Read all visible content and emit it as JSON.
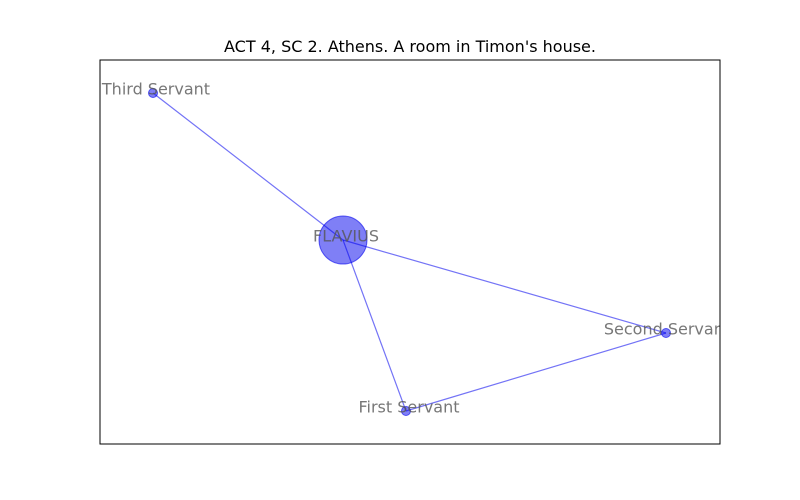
{
  "title": "ACT 4, SC 2. Athens. A room in Timon's house.",
  "colors": {
    "node_fill": "#0000ee",
    "edge": "#0000ee",
    "label": "#555555"
  },
  "network": {
    "nodes": [
      {
        "id": "flavius",
        "label": "FLAVIUS",
        "weight": 3
      },
      {
        "id": "third-servant",
        "label": "Third Servant",
        "weight": 1
      },
      {
        "id": "second-servant",
        "label": "Second Servant",
        "weight": 1
      },
      {
        "id": "first-servant",
        "label": "First Servant",
        "weight": 1
      }
    ],
    "edges": [
      {
        "source": "flavius",
        "target": "third-servant"
      },
      {
        "source": "flavius",
        "target": "second-servant"
      },
      {
        "source": "flavius",
        "target": "first-servant"
      },
      {
        "source": "first-servant",
        "target": "second-servant"
      }
    ]
  }
}
